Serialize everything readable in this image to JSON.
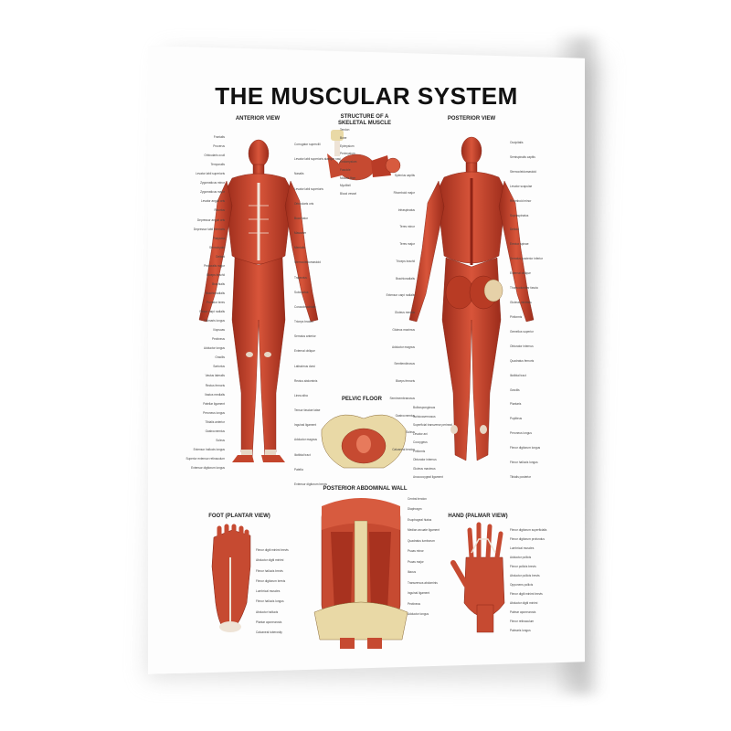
{
  "poster": {
    "title": "THE MUSCULAR SYSTEM",
    "sections": {
      "anterior": "ANTERIOR VIEW",
      "skeletal": "STRUCTURE OF A SKELETAL MUSCLE",
      "posterior": "POSTERIOR VIEW",
      "pelvic": "PELVIC FLOOR",
      "abdominal": "POSTERIOR ABDOMINAL WALL",
      "foot": "FOOT (PLANTAR VIEW)",
      "hand": "HAND (PALMAR VIEW)"
    },
    "labels": {
      "ant_left": [
        "Frontalis",
        "Procerus",
        "Orbicularis oculi",
        "Temporalis",
        "Levator labii superioris",
        "Zygomaticus minor",
        "Zygomaticus major",
        "Levator anguli oris",
        "Risorius",
        "Depressor anguli oris",
        "Depressor labii inferioris",
        "Platysma",
        "Sternohyoid",
        "Deltoid",
        "Pectoralis major",
        "Biceps brachii",
        "Brachialis",
        "Brachioradialis",
        "Pronator teres",
        "Flexor carpi radialis",
        "Palmaris longus",
        "Iliopsoas",
        "Pectineus",
        "Adductor longus",
        "Gracilis",
        "Sartorius",
        "Vastus lateralis",
        "Rectus femoris",
        "Vastus medialis",
        "Patellar ligament",
        "Peroneus longus",
        "Tibialis anterior",
        "Gastrocnemius",
        "Soleus",
        "Extensor hallucis longus",
        "Superior extensor retinaculum",
        "Extensor digitorum longus"
      ],
      "ant_right": [
        "Corrugator supercilii",
        "Levator labii superioris alaeque nasi",
        "Nasalis",
        "Levator labii superioris",
        "Orbicularis oris",
        "Buccinator",
        "Masseter",
        "Mentalis",
        "Sternocleidomastoid",
        "Trapezius",
        "Subclavius",
        "Coracobrachialis",
        "Triceps brachii",
        "Serratus anterior",
        "External oblique",
        "Latissimus dorsi",
        "Rectus abdominis",
        "Linea alba",
        "Tensor fasciae latae",
        "Inguinal ligament",
        "Adductor magnus",
        "Iliotibial tract",
        "Patella",
        "Extensor digitorum brevis"
      ],
      "post_left": [
        "Splenius capitis",
        "Rhomboid major",
        "Infraspinatus",
        "Teres minor",
        "Teres major",
        "Triceps brachii",
        "Brachioradialis",
        "Extensor carpi radialis",
        "Gluteus medius",
        "Gluteus maximus",
        "Adductor magnus",
        "Semitendinosus",
        "Biceps femoris",
        "Semimembranosus",
        "Gastrocnemius",
        "Soleus",
        "Calcaneal tendon"
      ],
      "post_right": [
        "Occipitalis",
        "Semispinalis capitis",
        "Sternocleidomastoid",
        "Levator scapulae",
        "Rhomboid minor",
        "Supraspinatus",
        "Deltoid",
        "Erector spinae",
        "Serratus posterior inferior",
        "External oblique",
        "Thoracolumbar fascia",
        "Gluteus minimus",
        "Piriformis",
        "Gemellus superior",
        "Obturator internus",
        "Quadratus femoris",
        "Iliotibial tract",
        "Gracilis",
        "Plantaris",
        "Popliteus",
        "Peroneus longus",
        "Flexor digitorum longus",
        "Flexor hallucis longus",
        "Tibialis posterior"
      ],
      "skeletal": [
        "Tendon",
        "Bone",
        "Epimysium",
        "Perimysium",
        "Endomysium",
        "Fascicle",
        "Muscle fiber",
        "Myofibril",
        "Blood vessel"
      ],
      "pelvic": [
        "Bulbospongiosus",
        "Ischiocavernosus",
        "Superficial transverse perineal",
        "Levator ani",
        "Coccygeus",
        "Piriformis",
        "Obturator internus",
        "Gluteus maximus",
        "Anococcygeal ligament"
      ],
      "abdominal": [
        "Central tendon",
        "Diaphragm",
        "Esophageal hiatus",
        "Median arcuate ligament",
        "Quadratus lumborum",
        "Psoas minor",
        "Psoas major",
        "Iliacus",
        "Transversus abdominis",
        "Inguinal ligament",
        "Pectineus",
        "Adductor longus"
      ],
      "foot": [
        "Flexor digiti minimi brevis",
        "Abductor digiti minimi",
        "Flexor hallucis brevis",
        "Flexor digitorum brevis",
        "Lumbrical muscles",
        "Flexor hallucis longus",
        "Abductor hallucis",
        "Plantar aponeurosis",
        "Calcaneal tuberosity"
      ],
      "hand": [
        "Flexor digitorum superficialis",
        "Flexor digitorum profundus",
        "Lumbrical muscles",
        "Adductor pollicis",
        "Flexor pollicis brevis",
        "Abductor pollicis brevis",
        "Opponens pollicis",
        "Flexor digiti minimi brevis",
        "Abductor digiti minimi",
        "Palmar aponeurosis",
        "Flexor retinaculum",
        "Palmaris longus"
      ]
    }
  },
  "colors": {
    "muscle": "#c8452f",
    "muscle_dark": "#8e2416",
    "muscle_light": "#e77a5c",
    "tendon": "#eee3d6",
    "bone": "#e9d9a6",
    "title": "#111111"
  }
}
